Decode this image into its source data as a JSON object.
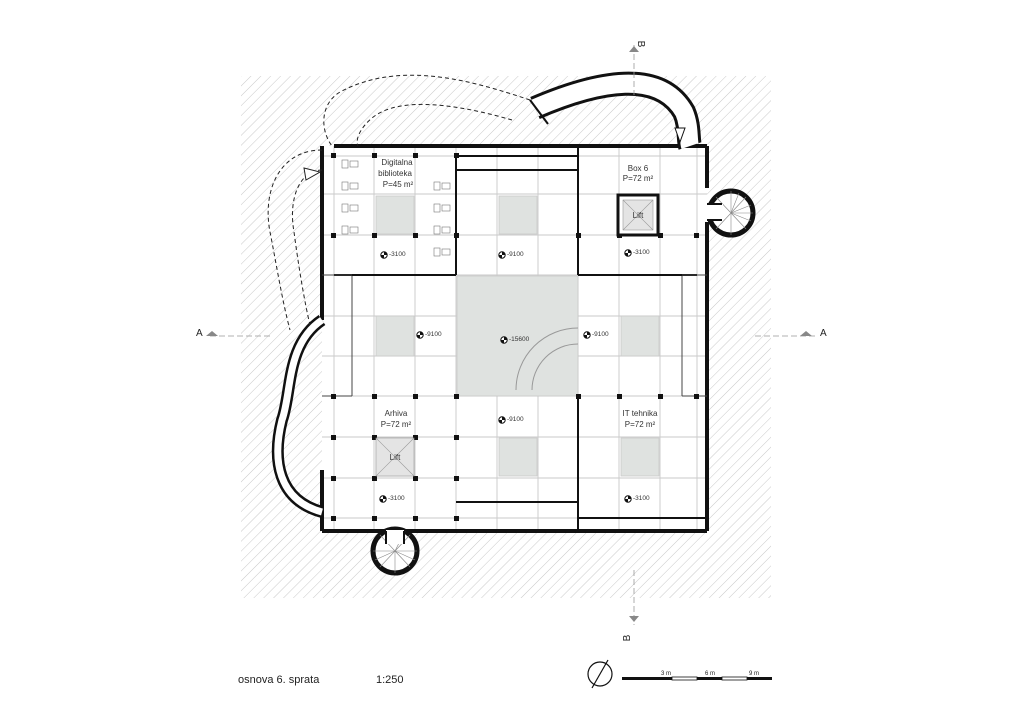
{
  "rooms": {
    "digital_library": {
      "line1": "Digitalna",
      "line2": "biblioteka",
      "area": "P=45 m²"
    },
    "box6": {
      "line1": "Box 6",
      "area": "P=72 m²"
    },
    "archive": {
      "line1": "Arhiva",
      "area": "P=72 m²"
    },
    "it": {
      "line1": "IT tehnika",
      "area": "P=72 m²"
    }
  },
  "lifts": {
    "box6": "Lift",
    "archive": "Lift"
  },
  "elevations": {
    "nw": "-3100",
    "n": "-9100",
    "ne": "-3100",
    "w": "-9100",
    "c": "-15600",
    "e": "-9100",
    "s": "-9100",
    "sw": "-3100",
    "se": "-3100"
  },
  "sections": {
    "a": "A",
    "b": "B"
  },
  "footer": {
    "title": "osnova 6. sprata",
    "scale": "1:250"
  },
  "scalebar": {
    "m3": "3 m",
    "m6": "6 m",
    "m9": "9 m"
  }
}
